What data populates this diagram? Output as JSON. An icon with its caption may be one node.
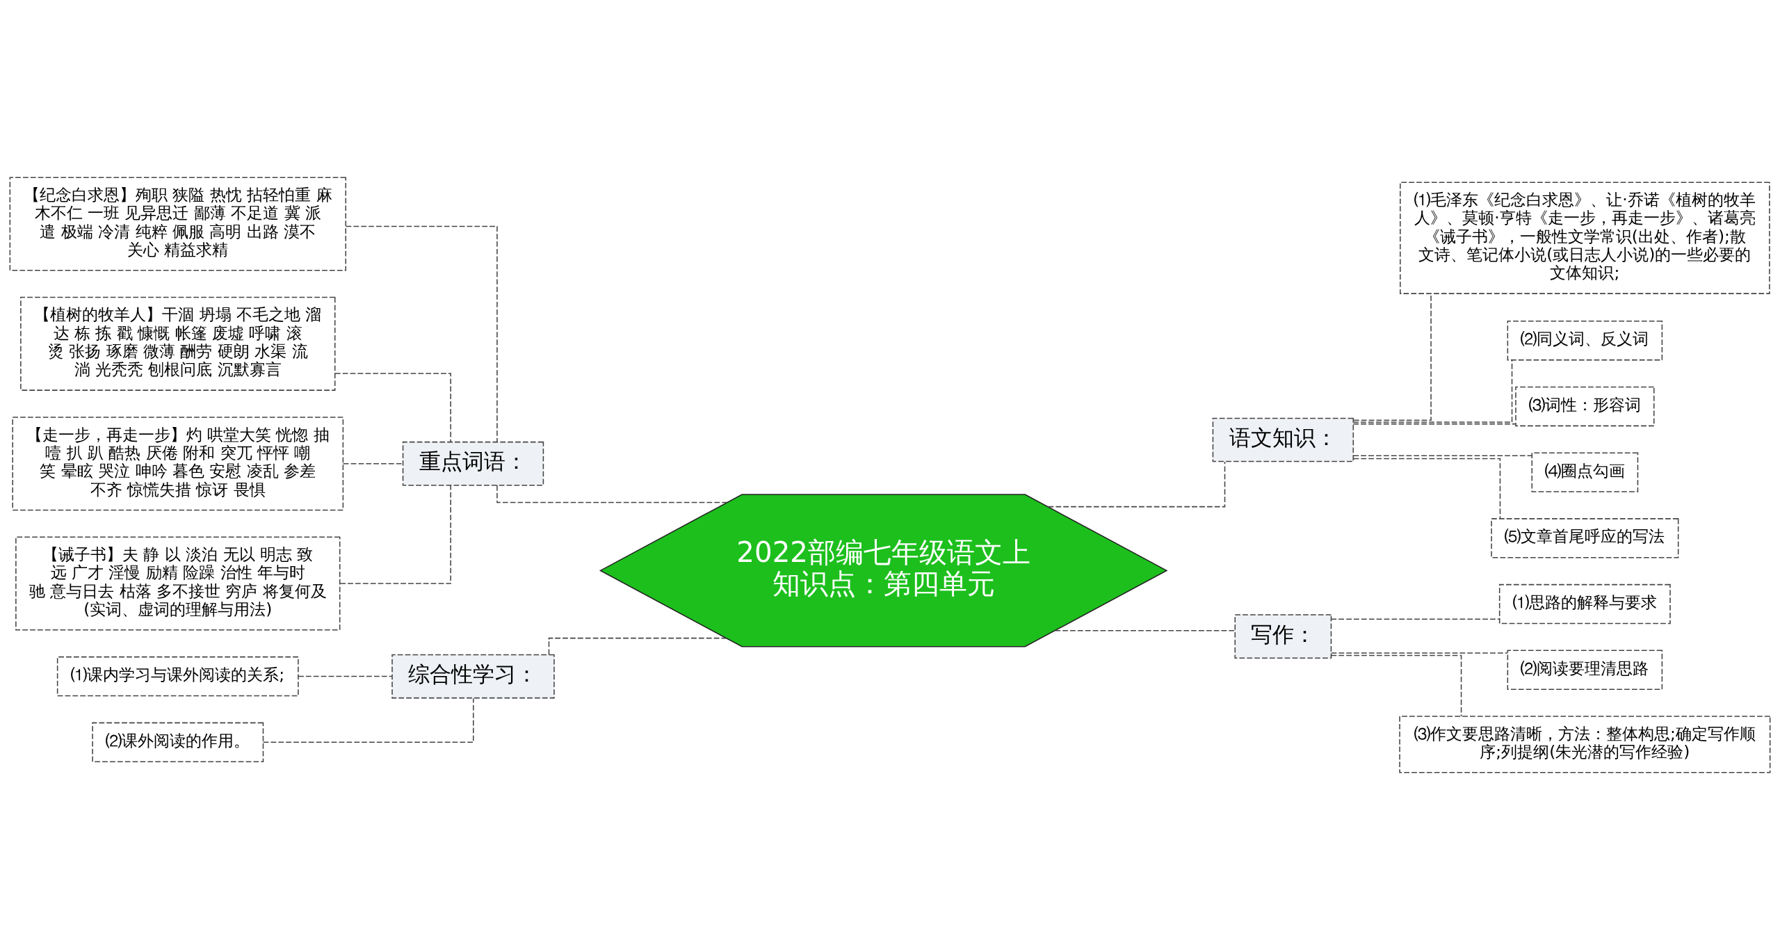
{
  "diagram": {
    "nodes": [
      {
        "text": [
          "2022部编七年级语文上知识点：第四单元"
        ]
      },
      {
        "text": [
          "重点词语："
        ]
      },
      {
        "text": [
          "【纪念白求恩】殉职 狭隘 热忱 拈轻怕重 麻木不仁 一班 见异思迁 鄙薄 不足道 冀 派遣 极端 冷清 纯粹 佩服 高明 出路 漠不关心 精益求精"
        ]
      },
      {
        "text": [
          "【植树的牧羊人】干涸 坍塌 不毛之地 溜达 栋 拣 戳 慷慨 帐篷 废墟 呼啸 滚烫 张扬 琢磨 微薄 酬劳 硬朗 水渠 流淌 光秃秃 刨根问底 沉默寡言"
        ]
      },
      {
        "text": [
          "【走一步，再走一步】灼 哄堂大笑 恍惚 抽噎 扒 趴 酷热 厌倦 附和 突兀 怦怦 嘲笑 晕眩 哭泣 呻吟 暮色 安慰 凌乱 参差不齐 惊慌失措 惊讶 畏惧"
        ]
      },
      {
        "text": [
          "【诫子书】夫 静 以 淡泊 无以 明志 致远 广才 淫慢 励精 险躁 治性 年与时驰 意与日去 枯落 多不接世 穷庐 将复何及(实词、虚词的理解与用法)"
        ]
      },
      {
        "text": [
          "综合性学习："
        ]
      },
      {
        "text": [
          "⑴课内学习与课外阅读的关系;"
        ]
      },
      {
        "text": [
          "⑵课外阅读的作用。"
        ]
      },
      {
        "text": [
          "语文知识："
        ]
      },
      {
        "text": [
          "⑴毛泽东《纪念白求恩》、让·乔诺《植树的牧羊人》、莫顿·亨特《走一步，再走一步》、诸葛亮《诫子书》，一般性文学常识(出处、作者);散文诗、笔记体小说(或日志人小说)的一些必要的文体知识;"
        ]
      },
      {
        "text": [
          "⑵同义词、反义词"
        ]
      },
      {
        "text": [
          "⑶词性：形容词"
        ]
      },
      {
        "text": [
          "⑷圈点勾画"
        ]
      },
      {
        "text": [
          "⑸文章首尾呼应的写法"
        ]
      },
      {
        "text": [
          "写作："
        ]
      },
      {
        "text": [
          "⑴思路的解释与要求"
        ]
      },
      {
        "text": [
          "⑵阅读要理清思路"
        ]
      },
      {
        "text": [
          "⑶作文要思路清晰，方法：整体构思;确定写作顺序;列提纲(朱光潜的写作经验)"
        ]
      }
    ],
    "edges": [
      {
        "from": 0,
        "to": 1,
        "arrow": "none",
        "style": "dashed"
      },
      {
        "from": 1,
        "to": 2,
        "arrow": "none",
        "style": "dashed"
      },
      {
        "from": 1,
        "to": 3,
        "arrow": "none",
        "style": "dashed"
      },
      {
        "from": 1,
        "to": 4,
        "arrow": "none",
        "style": "dashed"
      },
      {
        "from": 1,
        "to": 5,
        "arrow": "none",
        "style": "dashed"
      },
      {
        "from": 0,
        "to": 6,
        "arrow": "none",
        "style": "dashed"
      },
      {
        "from": 6,
        "to": 7,
        "arrow": "none",
        "style": "dashed"
      },
      {
        "from": 6,
        "to": 8,
        "arrow": "none",
        "style": "dashed"
      },
      {
        "from": 0,
        "to": 9,
        "arrow": "none",
        "style": "dashed"
      },
      {
        "from": 9,
        "to": 10,
        "arrow": "none",
        "style": "dashed"
      },
      {
        "from": 9,
        "to": 11,
        "arrow": "none",
        "style": "dashed"
      },
      {
        "from": 9,
        "to": 12,
        "arrow": "none",
        "style": "dashed"
      },
      {
        "from": 9,
        "to": 13,
        "arrow": "none",
        "style": "dashed"
      },
      {
        "from": 9,
        "to": 14,
        "arrow": "none",
        "style": "dashed"
      },
      {
        "from": 0,
        "to": 15,
        "arrow": "none",
        "style": "dashed"
      },
      {
        "from": 15,
        "to": 16,
        "arrow": "none",
        "style": "dashed"
      },
      {
        "from": 15,
        "to": 17,
        "arrow": "none",
        "style": "dashed"
      },
      {
        "from": 15,
        "to": 18,
        "arrow": "none",
        "style": "dashed"
      }
    ]
  }
}
